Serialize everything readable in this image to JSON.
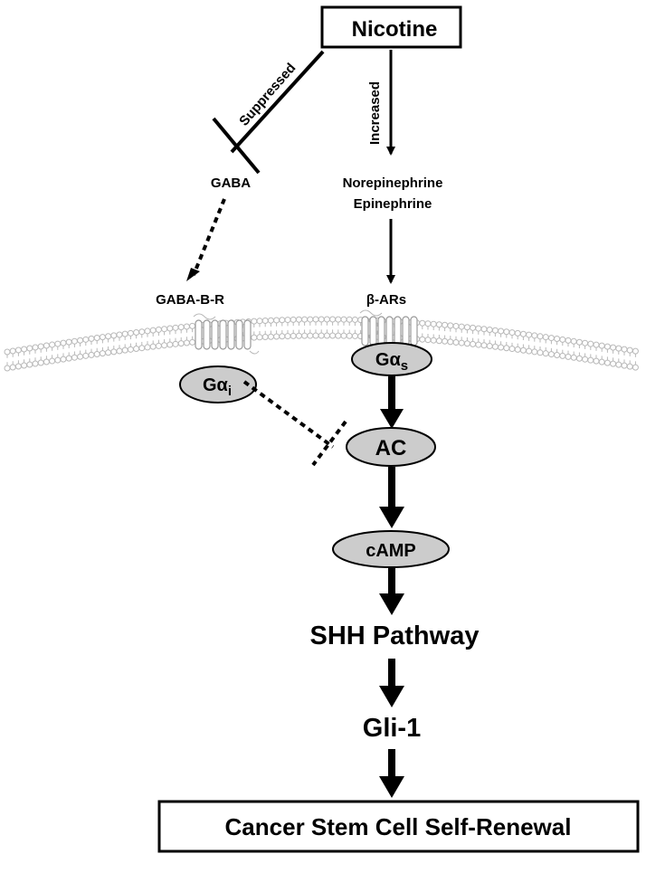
{
  "nodes": {
    "nicotine": "Nicotine",
    "gaba": "GABA",
    "norepinephrine": "Norepinephrine",
    "epinephrine": "Epinephrine",
    "gaba_b_r": "GABA-B-R",
    "beta_ars": "β-ARs",
    "g_alpha_s_base": "Gα",
    "g_alpha_s_sub": "s",
    "g_alpha_i_base": "Gα",
    "g_alpha_i_sub": "i",
    "ac": "AC",
    "camp": "cAMP",
    "shh": "SHH Pathway",
    "gli1": "Gli-1",
    "output": "Cancer Stem Cell Self-Renewal"
  },
  "edges": {
    "suppressed": "Suppressed",
    "increased": "Increased"
  },
  "colors": {
    "oval_fill": "#cccccc",
    "line": "#000000",
    "membrane": "#b8b8b8"
  }
}
